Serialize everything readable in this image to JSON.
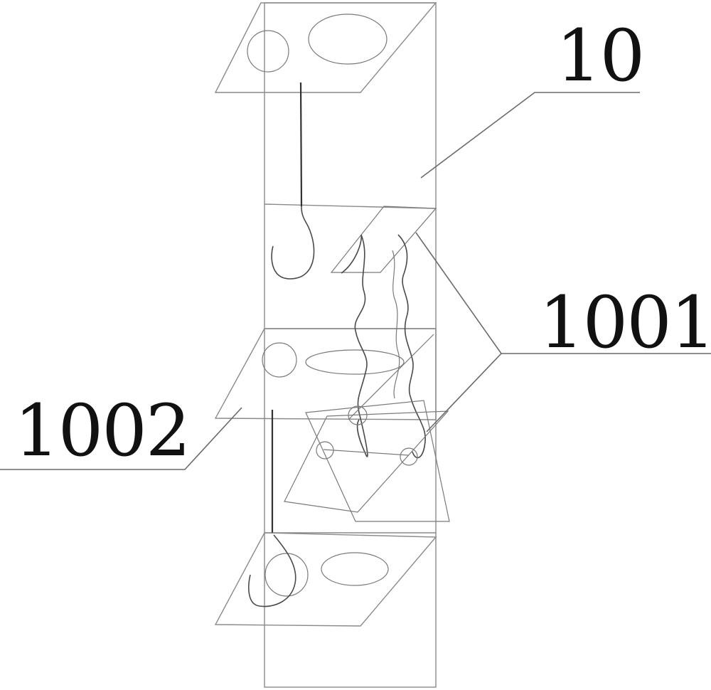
{
  "labels": {
    "ref_10": "10",
    "ref_1001": "1001",
    "ref_1002": "1002"
  },
  "colors": {
    "background": "#ffffff",
    "line": "#8a8a8a",
    "text": "#111111"
  }
}
